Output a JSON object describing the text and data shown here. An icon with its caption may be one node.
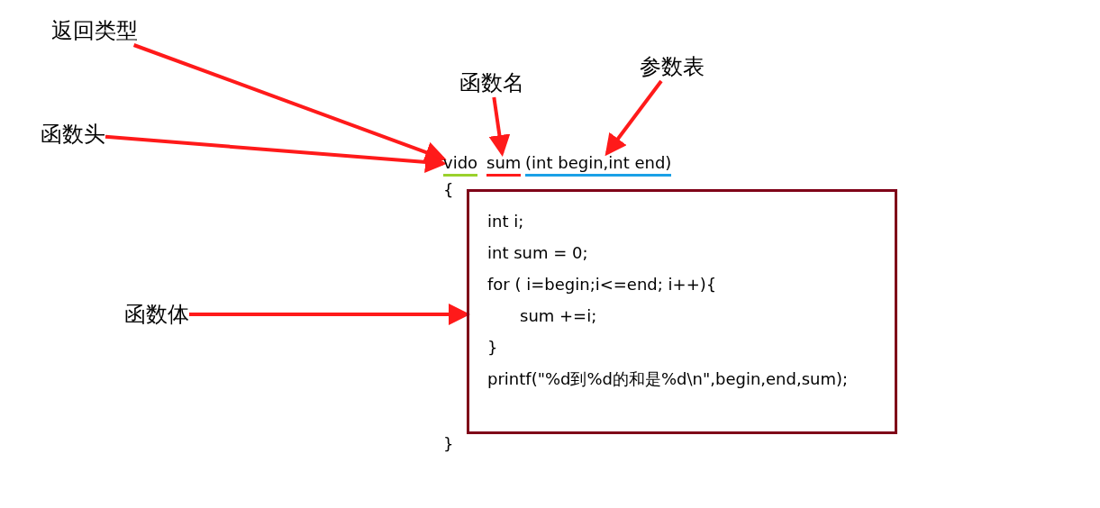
{
  "diagram": {
    "nodes": [
      {
        "text": [
          "返回类型"
        ]
      },
      {
        "text": [
          "参数表"
        ]
      },
      {
        "text": [
          "函数名"
        ]
      },
      {
        "text": [
          "函数头"
        ]
      },
      {
        "text": [
          "vido"
        ]
      },
      {
        "text": [
          "sum"
        ]
      },
      {
        "text": [
          "(int begin,int end)"
        ]
      },
      {
        "text": [
          "函数体"
        ]
      },
      {
        "text": [
          "int i;",
          "int sum = 0;",
          "for ( i=begin;i<=end; i++){",
          "sum +=i;",
          "}",
          "printf(\"%d到%d的和是%d\\n\",begin,end,sum);"
        ]
      }
    ],
    "edges": [
      {
        "from": 0,
        "to": 4,
        "arrow": "to"
      },
      {
        "from": 1,
        "to": 6,
        "arrow": "to"
      },
      {
        "from": 2,
        "to": 5,
        "arrow": "to"
      },
      {
        "from": 3,
        "to": 4,
        "arrow": "to"
      },
      {
        "from": 7,
        "to": 8,
        "arrow": "to"
      }
    ],
    "labels": [
      "{",
      "}"
    ]
  }
}
